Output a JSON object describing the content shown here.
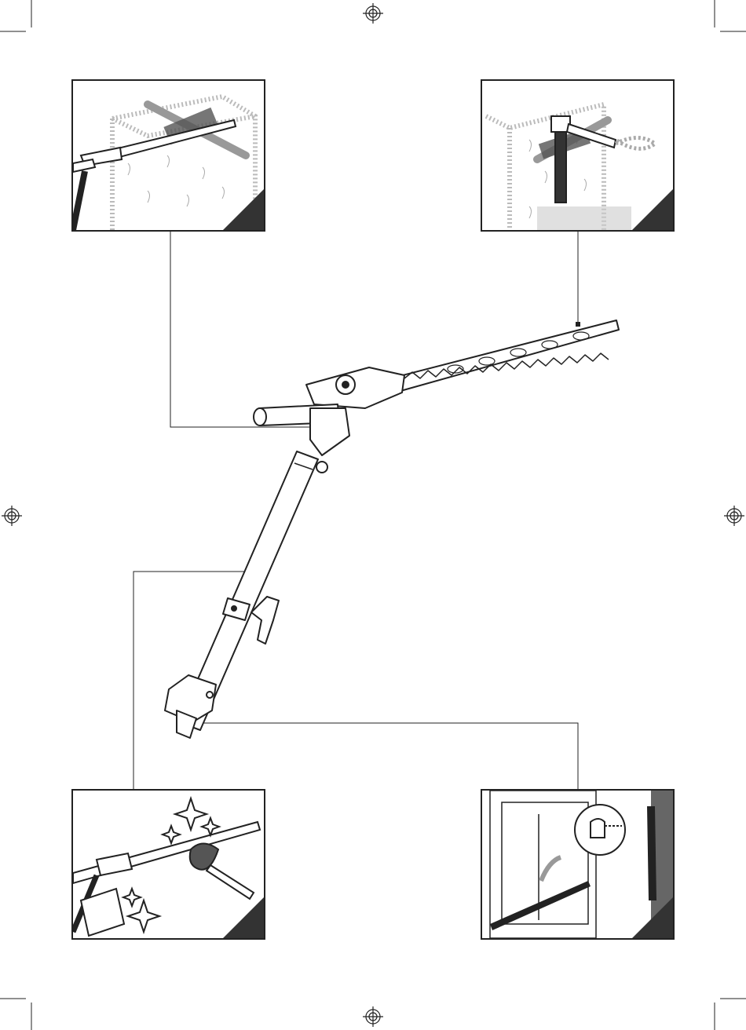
{
  "document": {
    "type": "instruction-illustration-page",
    "panels": [
      {
        "id": "top-left",
        "icon": "hedge-trimming-horizontal-icon"
      },
      {
        "id": "top-right",
        "icon": "hedge-trimming-vertical-icon"
      },
      {
        "id": "bottom-left",
        "icon": "cleaning-icon"
      },
      {
        "id": "bottom-right",
        "icon": "wall-storage-icon"
      }
    ],
    "colors": {
      "line": "#222222",
      "corner": "#333333",
      "hedge": "#bbbbbb",
      "arrow": "#999999"
    }
  }
}
